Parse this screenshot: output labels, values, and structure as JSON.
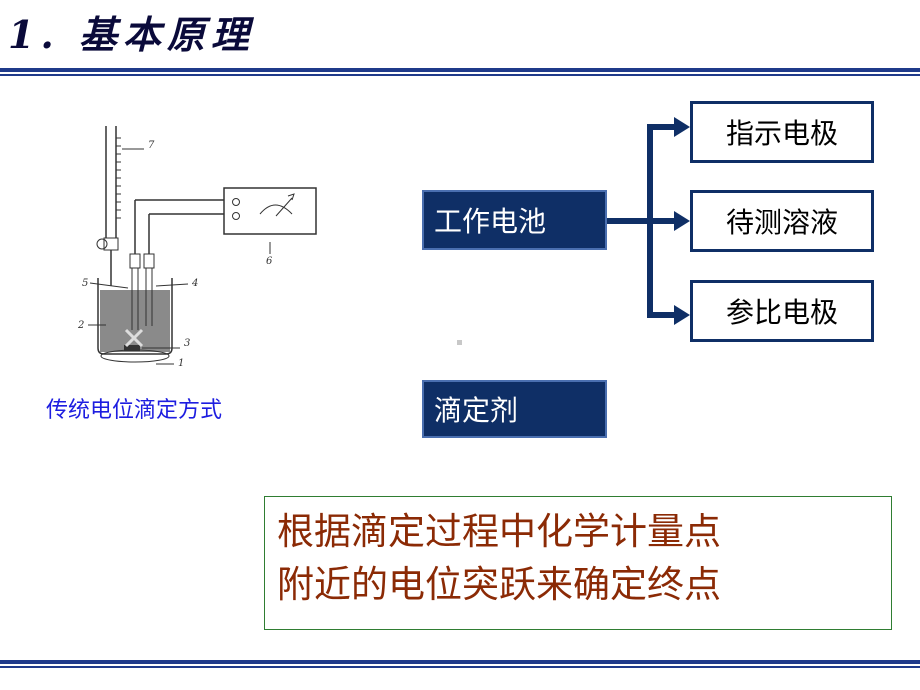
{
  "title": "1. 基本原理",
  "apparatus": {
    "caption": "传统电位滴定方式",
    "labels": [
      "1",
      "2",
      "3",
      "4",
      "5",
      "6",
      "7"
    ]
  },
  "cell": {
    "working": "工作电池",
    "titrant": "滴定剂",
    "branches": [
      "指示电极",
      "待测溶液",
      "参比电极"
    ]
  },
  "note": {
    "line1": "根据滴定过程中化学计量点",
    "line2": "附近的电位突跃来确定终点"
  },
  "colors": {
    "title": "#0a0a3a",
    "rule": "#1f3a8a",
    "navy": "#0f2f66",
    "caption": "#1d1de0",
    "note_text": "#8b2a05",
    "note_border": "#2f7d32"
  }
}
